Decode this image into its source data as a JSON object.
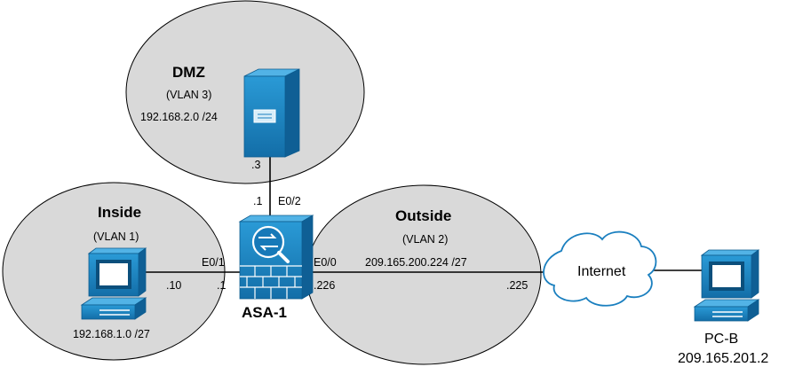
{
  "zones": {
    "dmz": {
      "name": "DMZ",
      "vlan": "(VLAN 3)",
      "subnet": "192.168.2.0 /24",
      "host_addr": ".3"
    },
    "inside": {
      "name": "Inside",
      "vlan": "(VLAN 1)",
      "subnet": "192.168.1.0 /27",
      "host_addr": ".10"
    },
    "outside": {
      "name": "Outside",
      "vlan": "(VLAN 2)",
      "subnet": "209.165.200.224 /27",
      "router_addr": ".225"
    }
  },
  "asa": {
    "name": "ASA-1",
    "dmz_iface": "E0/2",
    "dmz_addr": ".1",
    "inside_iface": "E0/1",
    "inside_addr": ".1",
    "outside_iface": "E0/0",
    "outside_addr": ".226"
  },
  "internet": {
    "label": "Internet"
  },
  "pc_b": {
    "name": "PC-B",
    "addr": "209.165.201.2"
  },
  "colors": {
    "zone_fill": "#d9d9d9",
    "device_blue": "#1a7fbf",
    "device_dark": "#0d5c8f",
    "link": "#000000"
  }
}
